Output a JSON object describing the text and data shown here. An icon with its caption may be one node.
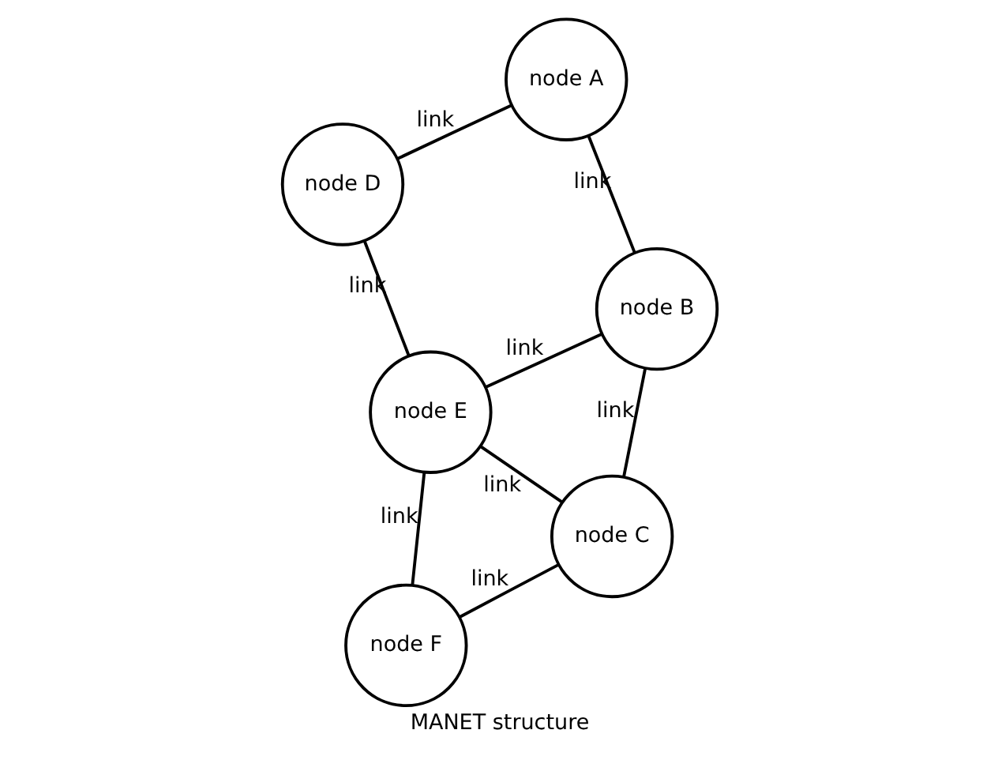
{
  "diagram": {
    "caption": "MANET structure",
    "nodes": [
      {
        "text": [
          "node A"
        ]
      },
      {
        "text": [
          "node B"
        ]
      },
      {
        "text": [
          "node C"
        ]
      },
      {
        "text": [
          "node D"
        ]
      },
      {
        "text": [
          "node E"
        ]
      },
      {
        "text": [
          "node F"
        ]
      }
    ],
    "edges": [
      {
        "from": 0,
        "to": 1,
        "arrow": "none",
        "label": "link"
      },
      {
        "from": 1,
        "to": 2,
        "arrow": "none",
        "label": "link"
      },
      {
        "from": 0,
        "to": 3,
        "arrow": "none",
        "label": "link"
      },
      {
        "from": 1,
        "to": 4,
        "arrow": "none",
        "label": "link"
      },
      {
        "from": 4,
        "to": 2,
        "arrow": "none",
        "label": "link"
      },
      {
        "from": 3,
        "to": 4,
        "arrow": "none",
        "label": "link"
      },
      {
        "from": 2,
        "to": 5,
        "arrow": "none",
        "label": "link"
      },
      {
        "from": 4,
        "to": 5,
        "arrow": "none",
        "label": "link"
      }
    ]
  }
}
